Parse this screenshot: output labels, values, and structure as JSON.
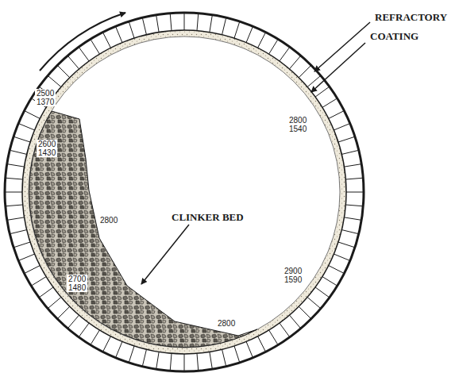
{
  "diagram": {
    "labels": [
      "REFRACTORY",
      "COATING",
      "2800",
      "1540",
      "2500",
      "1370",
      "2600",
      "1430",
      "2800",
      "CLINKER BED",
      "2700",
      "1480",
      "2900",
      "1590",
      "2800"
    ]
  }
}
